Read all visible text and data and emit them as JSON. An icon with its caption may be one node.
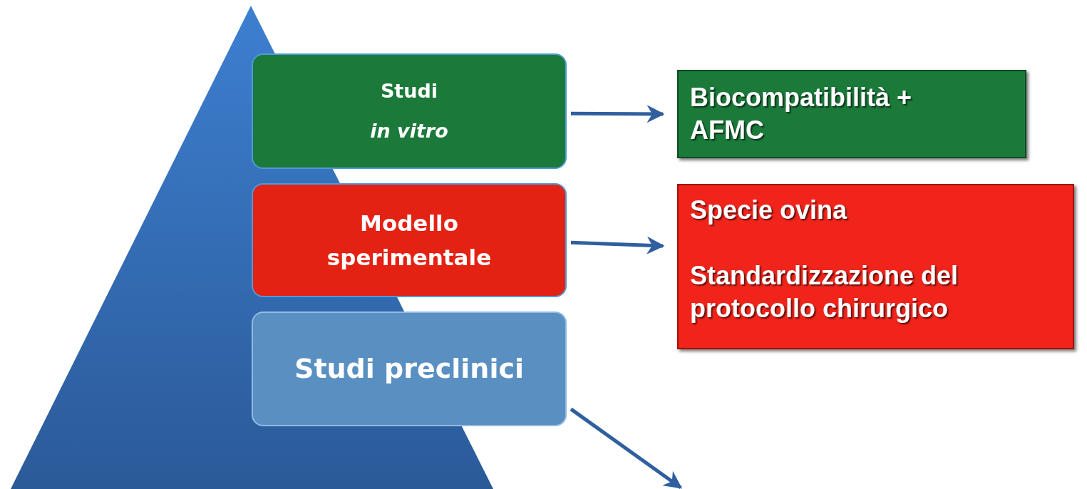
{
  "diagram": {
    "nodes": [
      {
        "text": [
          "Studi",
          "in vitro"
        ]
      },
      {
        "text": [
          "Modello sperimentale"
        ]
      },
      {
        "text": [
          "Studi preclinici"
        ]
      },
      {
        "text": [
          "Biocompatibilità + AFMC"
        ]
      },
      {
        "text": [
          "Specie ovina",
          "Standardizzazione del protocollo chirurgico"
        ]
      }
    ],
    "edges": [
      {
        "from": 0,
        "to": 3,
        "arrow": "to"
      },
      {
        "from": 1,
        "to": 4,
        "arrow": "to"
      },
      {
        "from": 2,
        "to": null,
        "arrow": "to"
      }
    ]
  }
}
